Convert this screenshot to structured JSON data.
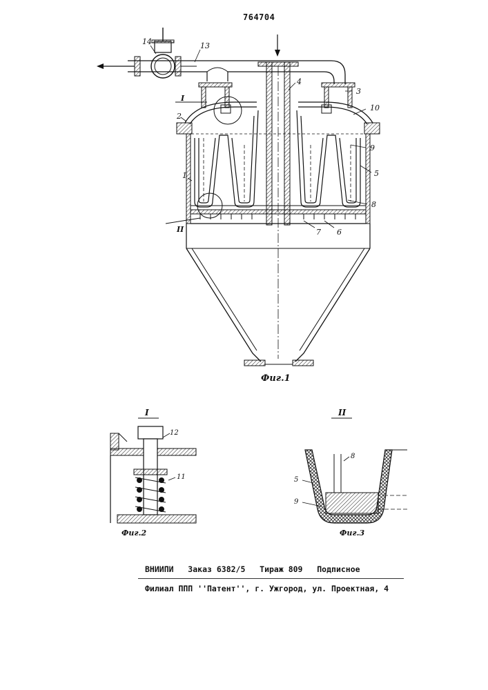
{
  "patent_number": "764704",
  "figures": {
    "fig1": {
      "caption": "Фиг.1",
      "part_labels": [
        "1",
        "2",
        "3",
        "4",
        "5",
        "6",
        "7",
        "8",
        "9",
        "10",
        "13",
        "14"
      ],
      "section_marks": [
        "I",
        "II"
      ]
    },
    "fig2": {
      "caption": "Фиг.2",
      "section_mark": "I",
      "part_labels": [
        "11",
        "12"
      ]
    },
    "fig3": {
      "caption": "Фиг.3",
      "section_mark": "II",
      "part_labels": [
        "5",
        "8",
        "9"
      ]
    }
  },
  "footer": {
    "line1": "ВНИИПИ   Заказ 6382/5   Тираж 809   Подписное",
    "line2": "Филиал ППП ''Патент'', г. Ужгород, ул. Проектная, 4"
  }
}
